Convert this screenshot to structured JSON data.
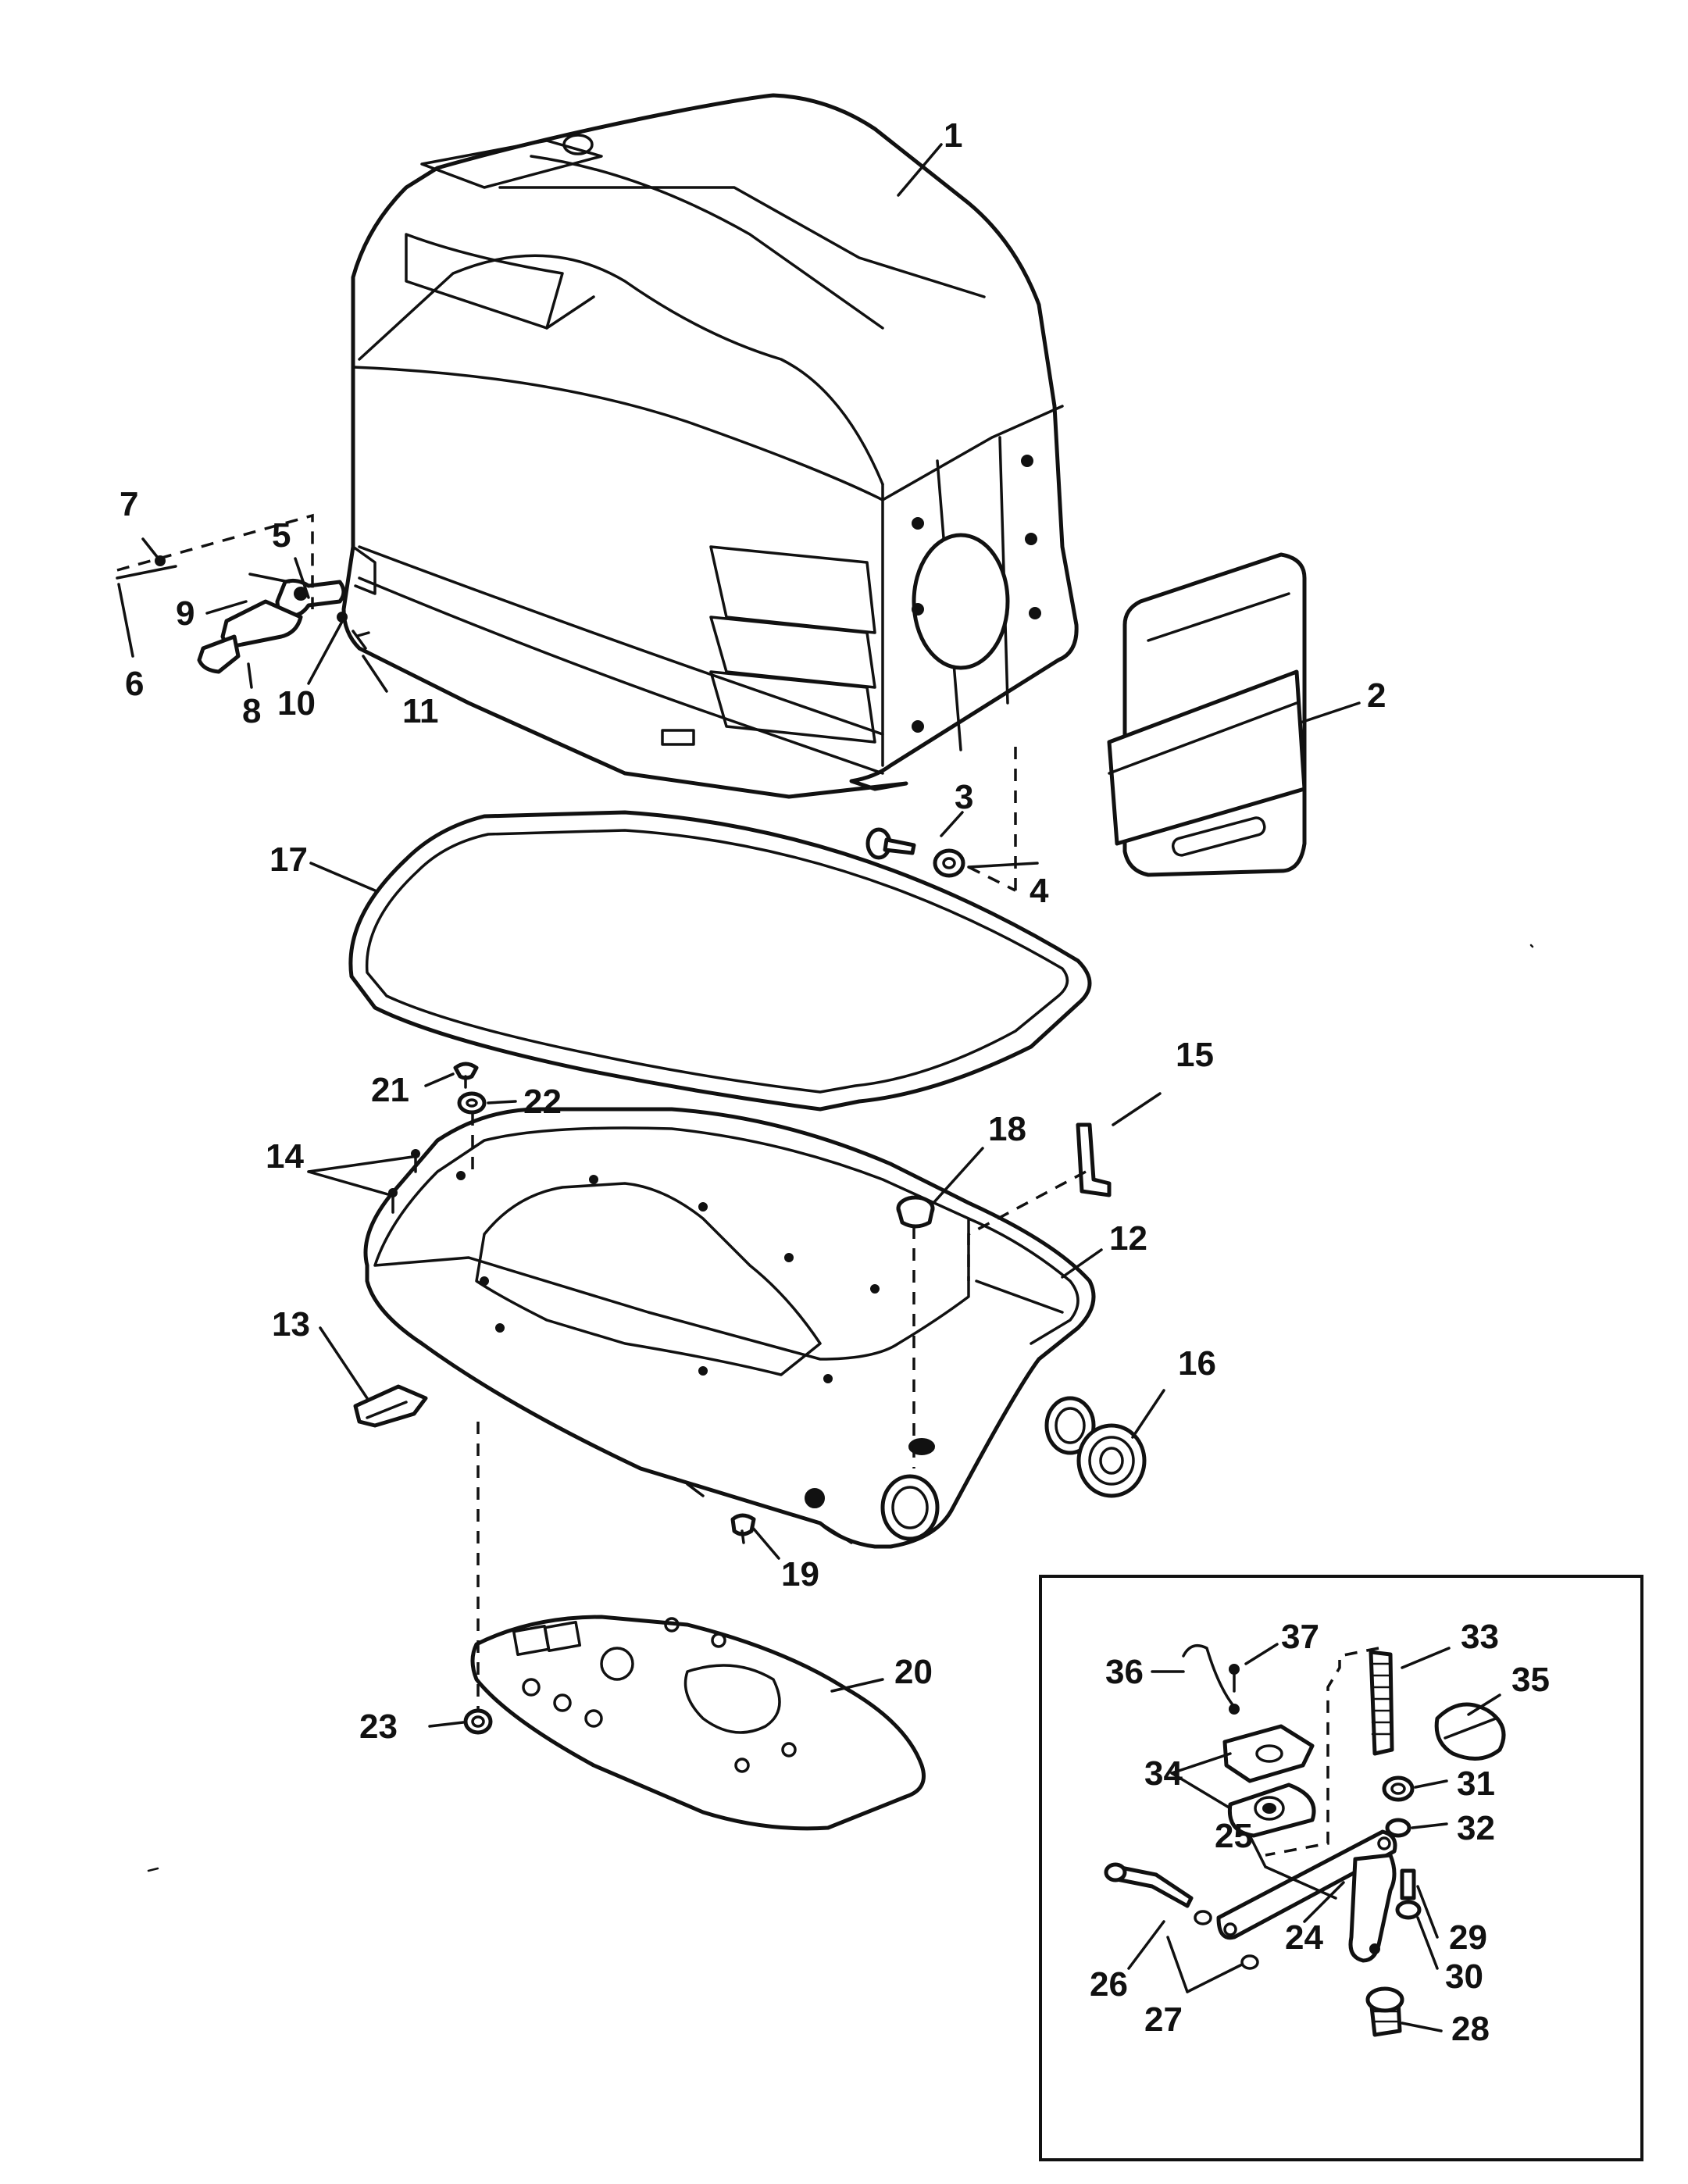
{
  "callouts": [
    {
      "id": "1",
      "label": "1"
    },
    {
      "id": "2",
      "label": "2"
    },
    {
      "id": "3",
      "label": "3"
    },
    {
      "id": "4",
      "label": "4"
    },
    {
      "id": "5",
      "label": "5"
    },
    {
      "id": "6",
      "label": "6"
    },
    {
      "id": "7",
      "label": "7"
    },
    {
      "id": "8",
      "label": "8"
    },
    {
      "id": "9",
      "label": "9"
    },
    {
      "id": "10",
      "label": "10"
    },
    {
      "id": "11",
      "label": "11"
    },
    {
      "id": "12",
      "label": "12"
    },
    {
      "id": "13",
      "label": "13"
    },
    {
      "id": "14",
      "label": "14"
    },
    {
      "id": "15",
      "label": "15"
    },
    {
      "id": "16",
      "label": "16"
    },
    {
      "id": "17",
      "label": "17"
    },
    {
      "id": "18",
      "label": "18"
    },
    {
      "id": "19",
      "label": "19"
    },
    {
      "id": "20",
      "label": "20"
    },
    {
      "id": "21",
      "label": "21"
    },
    {
      "id": "22",
      "label": "22"
    },
    {
      "id": "23",
      "label": "23"
    },
    {
      "id": "24",
      "label": "24"
    },
    {
      "id": "25",
      "label": "25"
    },
    {
      "id": "26",
      "label": "26"
    },
    {
      "id": "27",
      "label": "27"
    },
    {
      "id": "28",
      "label": "28"
    },
    {
      "id": "29",
      "label": "29"
    },
    {
      "id": "30",
      "label": "30"
    },
    {
      "id": "31",
      "label": "31"
    },
    {
      "id": "32",
      "label": "32"
    },
    {
      "id": "33",
      "label": "33"
    },
    {
      "id": "34",
      "label": "34"
    },
    {
      "id": "35",
      "label": "35"
    },
    {
      "id": "36",
      "label": "36"
    },
    {
      "id": "37",
      "label": "37"
    }
  ]
}
